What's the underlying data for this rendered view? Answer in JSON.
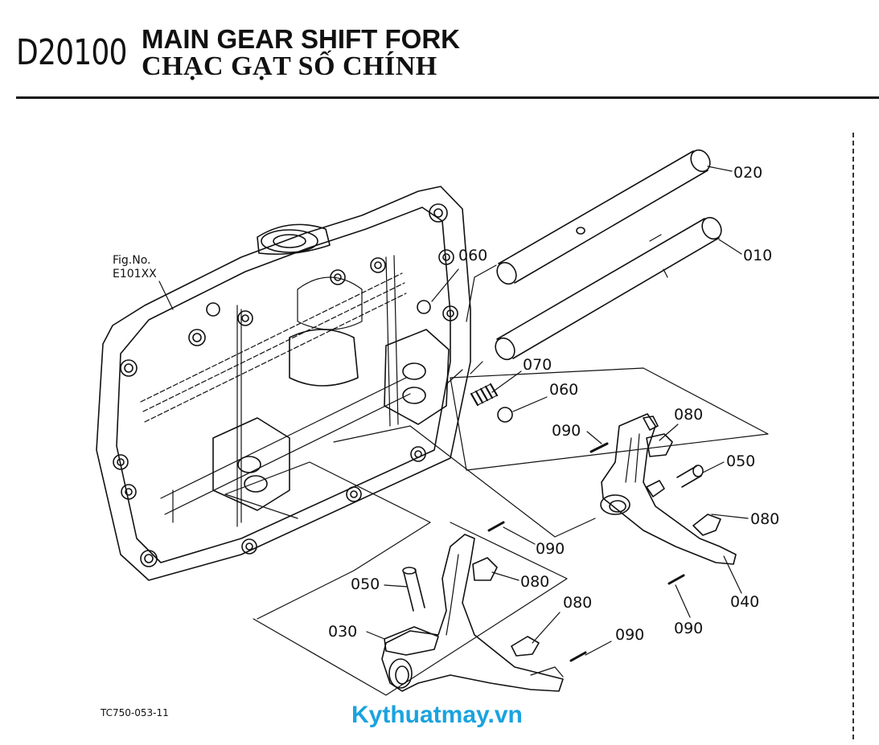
{
  "header": {
    "code": "D20100",
    "title_en": "MAIN GEAR SHIFT FORK",
    "title_vi": "CHẠC GẠT SỐ CHÍNH"
  },
  "figure_ref": {
    "line1": "Fig.No.",
    "line2": "E101XX"
  },
  "parts": {
    "p020": "020",
    "p010": "010",
    "p060a": "060",
    "p070": "070",
    "p060b": "060",
    "p080a": "080",
    "p090a": "090",
    "p050a": "050",
    "p080b": "080",
    "p040": "040",
    "p090b": "090",
    "p090c": "090",
    "p080c": "080",
    "p050b": "050",
    "p080d": "080",
    "p030": "030",
    "p090d": "090"
  },
  "footer": {
    "drawing_ref": "TC750-053-11",
    "watermark": "Kythuatmay.vn"
  },
  "colors": {
    "line": "#111111",
    "watermark": "#1aa3de"
  }
}
